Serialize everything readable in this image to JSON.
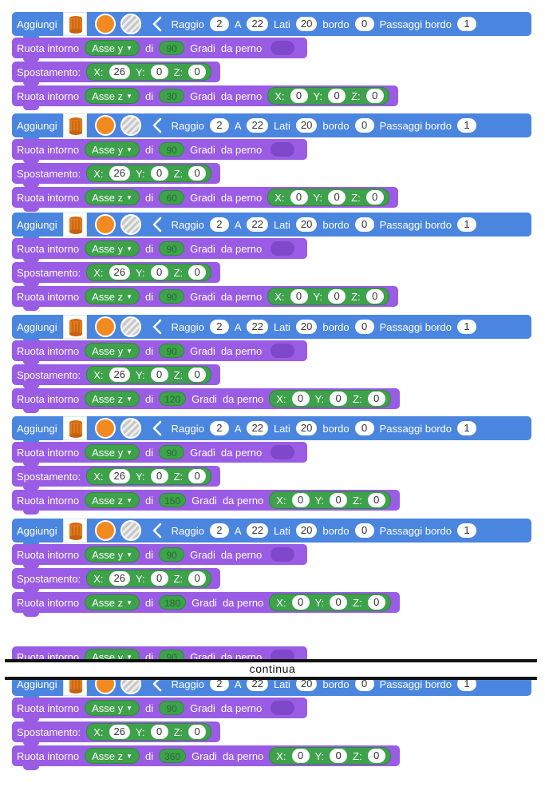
{
  "labels": {
    "add": "Aggiungi",
    "radius": "Raggio",
    "to": "A",
    "sides": "Lati",
    "edge": "bordo",
    "edge_passes": "Passaggi bordo",
    "rotate": "Ruota intorno",
    "of": "di",
    "degrees": "Gradi",
    "pivot": "da perno",
    "move": "Spostamento:",
    "x": "X:",
    "y": "Y:",
    "z": "Z:",
    "axis_y": "Asse y",
    "axis_z": "Asse z"
  },
  "add_block": {
    "radius_from": "2",
    "radius_to": "22",
    "sides": "20",
    "edge": "0",
    "edge_passes": "1"
  },
  "rotate_y": {
    "degrees": "90"
  },
  "move_block": {
    "x": "26",
    "y": "0",
    "z": "0"
  },
  "pivot": {
    "x": "0",
    "y": "0",
    "z": "0"
  },
  "sequences": [
    {
      "z_degrees": "30"
    },
    {
      "z_degrees": "60"
    },
    {
      "z_degrees": "90"
    },
    {
      "z_degrees": "120"
    },
    {
      "z_degrees": "150"
    },
    {
      "z_degrees": "180"
    },
    {
      "z_degrees": "360"
    }
  ],
  "divider": {
    "text": "continua"
  },
  "colors": {
    "add_block": "#4a86e0",
    "transform_block": "#9a5ce5",
    "field_group": "#3da24a",
    "material": "#f28a1f"
  },
  "icons": [
    "cylinder-icon",
    "color-swatch-icon",
    "texture-swatch-icon",
    "chevron-left-icon",
    "dropdown-caret-icon"
  ]
}
